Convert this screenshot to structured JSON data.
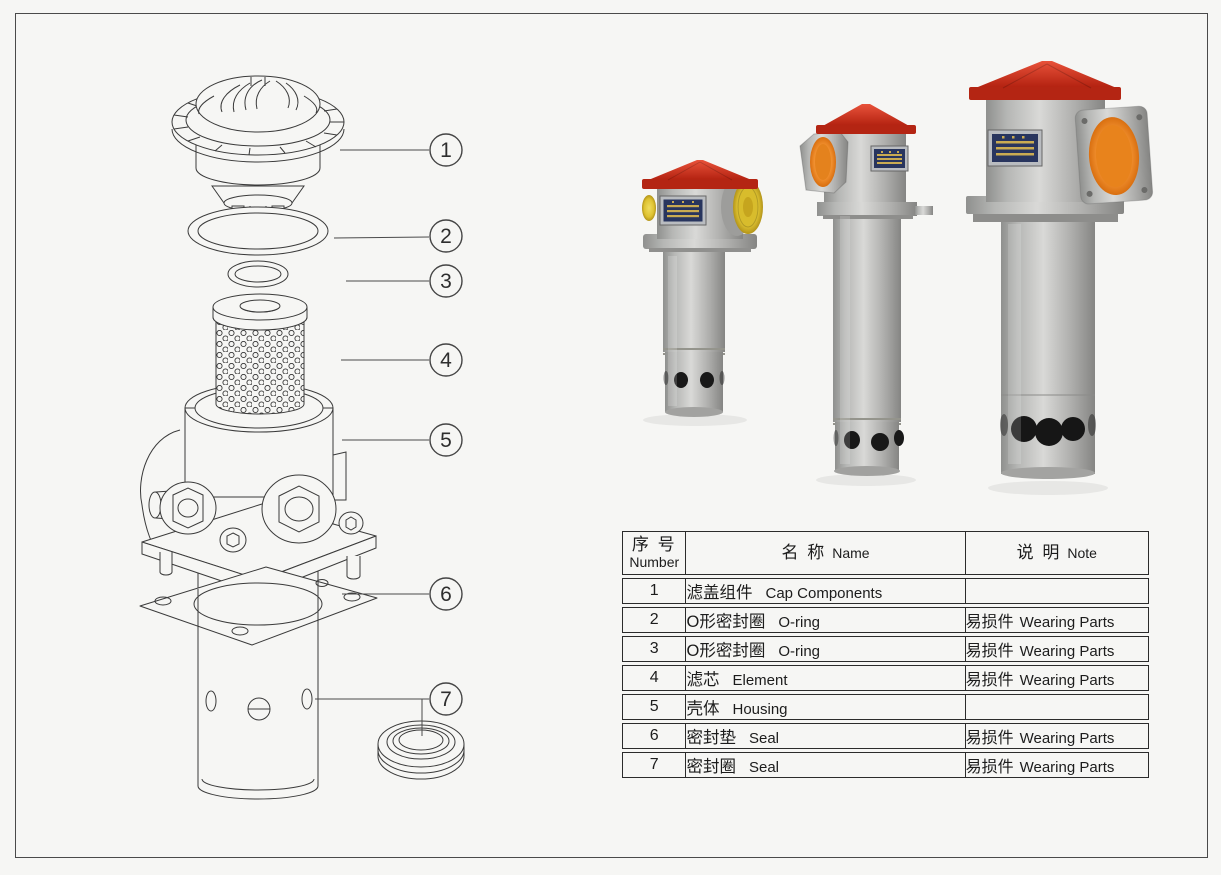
{
  "frame": {
    "border_color": "#4a4a4a",
    "background": "#f6f6f4"
  },
  "diagram": {
    "callouts": [
      {
        "number": "1"
      },
      {
        "number": "2"
      },
      {
        "number": "3"
      },
      {
        "number": "4"
      },
      {
        "number": "5"
      },
      {
        "number": "6"
      },
      {
        "number": "7"
      }
    ]
  },
  "colors": {
    "cap_red": "#c7281a",
    "port_orange": "#ef8c2c",
    "port_yellow": "#ddbe2e",
    "body_gray": "#b2b2b0",
    "nameplate_navy": "#28355e",
    "nameplate_gold": "#c9ab52"
  },
  "table": {
    "headers": {
      "number_zh": "序 号",
      "number_en": "Number",
      "name_zh": "名  称",
      "name_en": "Name",
      "note_zh": "说 明",
      "note_en": "Note"
    },
    "rows": [
      {
        "number": "1",
        "name_zh": "滤盖组件",
        "name_en": "Cap Components",
        "note_zh": "",
        "note_en": ""
      },
      {
        "number": "2",
        "name_zh": "O形密封圈",
        "name_en": "O-ring",
        "note_zh": "易损件",
        "note_en": "Wearing Parts"
      },
      {
        "number": "3",
        "name_zh": "O形密封圈",
        "name_en": "O-ring",
        "note_zh": "易损件",
        "note_en": "Wearing Parts"
      },
      {
        "number": "4",
        "name_zh": "滤芯",
        "name_en": "Element",
        "note_zh": "易损件",
        "note_en": "Wearing Parts"
      },
      {
        "number": "5",
        "name_zh": "壳体",
        "name_en": "Housing",
        "note_zh": "",
        "note_en": ""
      },
      {
        "number": "6",
        "name_zh": "密封垫",
        "name_en": "Seal",
        "note_zh": "易损件",
        "note_en": "Wearing Parts"
      },
      {
        "number": "7",
        "name_zh": "密封圈",
        "name_en": "Seal",
        "note_zh": "易损件",
        "note_en": "Wearing Parts"
      }
    ]
  }
}
